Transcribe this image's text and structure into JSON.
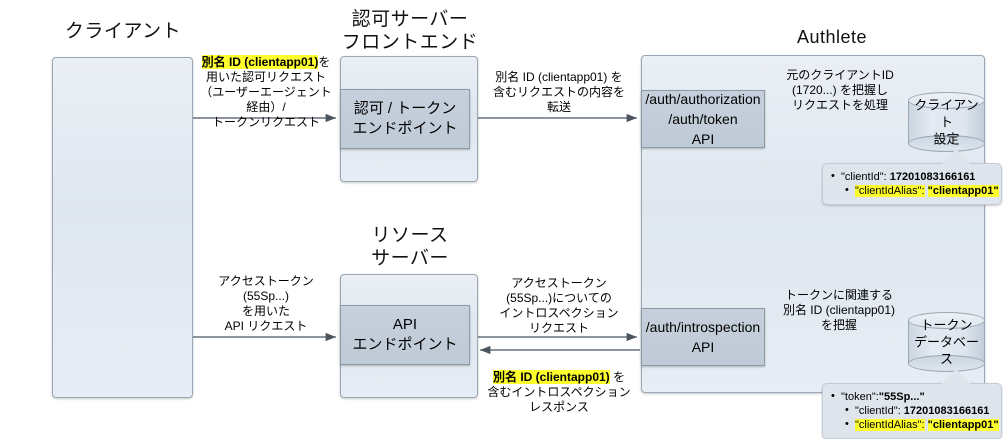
{
  "diagram": {
    "titles": {
      "client": "クライアント",
      "auth_server_frontend": "認可サーバー\nフロントエンド",
      "resource_server": "リソース\nサーバー",
      "authlete": "Authlete"
    },
    "boxes": {
      "client": "",
      "auth_token_endpoint": "認可 / トークン\nエンドポイント",
      "api_endpoint": "API\nエンドポイント",
      "authorization_token_api": "/auth/authorization\n/auth/token\nAPI",
      "introspection_api": "/auth/introspection\nAPI"
    },
    "datastores": {
      "client_config": "クライアント\n設定",
      "token_db": "トークン\nデータベース"
    },
    "arrows": {
      "client_to_frontend": {
        "highlight": "別名 ID (clientapp01)",
        "rest": "を用いた認可リクエスト\n（ユーザーエージェント\n経由）/\nトークンリクエスト"
      },
      "frontend_to_authlete": "別名 ID (clientapp01) を\n含むリクエストの内容を\n転送",
      "authlete_client_config": "元のクライアントID\n(1720...) を把握し\nリクエストを処理",
      "client_to_resource": "アクセストークン\n(55Sp...)\nを用いた\nAPI リクエスト",
      "resource_to_introspection": "アクセストークン\n(55Sp...)についての\nイントロスペクション\nリクエスト",
      "introspection_response": {
        "highlight": "別名 ID (clientapp01)",
        "rest": " を\n含むイントロスペクション\nレスポンス"
      },
      "token_db_lookup": "トークンに関連する\n別名 ID (clientapp01)\nを把握"
    },
    "callouts": {
      "client_config": {
        "lines": [
          {
            "level": 1,
            "key": "\"clientId\":",
            "value": "17201083166161",
            "highlight": false
          },
          {
            "level": 2,
            "key": "\"clientIdAlias\":",
            "value": "\"clientapp01\"",
            "highlight": true
          }
        ]
      },
      "token_db": {
        "lines": [
          {
            "level": 1,
            "key": "\"token\":",
            "value": "\"55Sp...\"",
            "highlight": false
          },
          {
            "level": 2,
            "key": "\"clientId\":",
            "value": "17201083166161",
            "highlight": false
          },
          {
            "level": 2,
            "key": "\"clientIdAlias\":",
            "value": "\"clientapp01\"",
            "highlight": true
          }
        ]
      }
    },
    "colors": {
      "highlight": "#ffff2e",
      "box_fill": "#c6d0dc",
      "container_fill": "#e7edf4",
      "stroke": "#9aa7b4",
      "callout_fill": "#dfe5ec"
    }
  }
}
